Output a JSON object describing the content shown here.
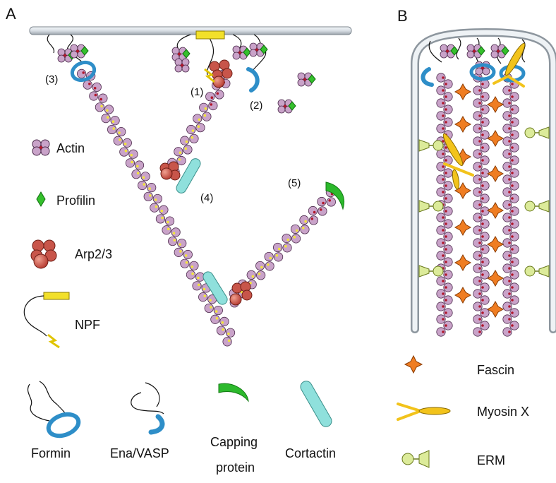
{
  "panels": {
    "a": "A",
    "b": "B"
  },
  "steps": [
    "(1)",
    "(2)",
    "(3)",
    "(4)",
    "(5)"
  ],
  "legend_left": {
    "actin": "Actin",
    "profilin": "Profilin",
    "arp23": "Arp2/3",
    "npf": "NPF"
  },
  "legend_bottom": {
    "formin": "Formin",
    "ena_vasp": "Ena/VASP",
    "capping_line1": "Capping",
    "capping_line2": "protein",
    "cortactin": "Cortactin"
  },
  "legend_right": {
    "fascin": "Fascin",
    "myosin_x": "Myosin X",
    "erm": "ERM"
  },
  "colors": {
    "actin": "#c9a3c9",
    "actin_core": "#b0172b",
    "atp": "#f2e43a",
    "profilin": "#35c02c",
    "arp23": "#c8554a",
    "formin": "#2e8ec8",
    "capping": "#2cb92c",
    "cortactin": "#8fe0dc",
    "fascin": "#ef7d22",
    "myosin_x": "#f2c31b",
    "erm": "#dceb9a",
    "membrane": "#e6eaee",
    "npf_box": "#f2e02a"
  }
}
